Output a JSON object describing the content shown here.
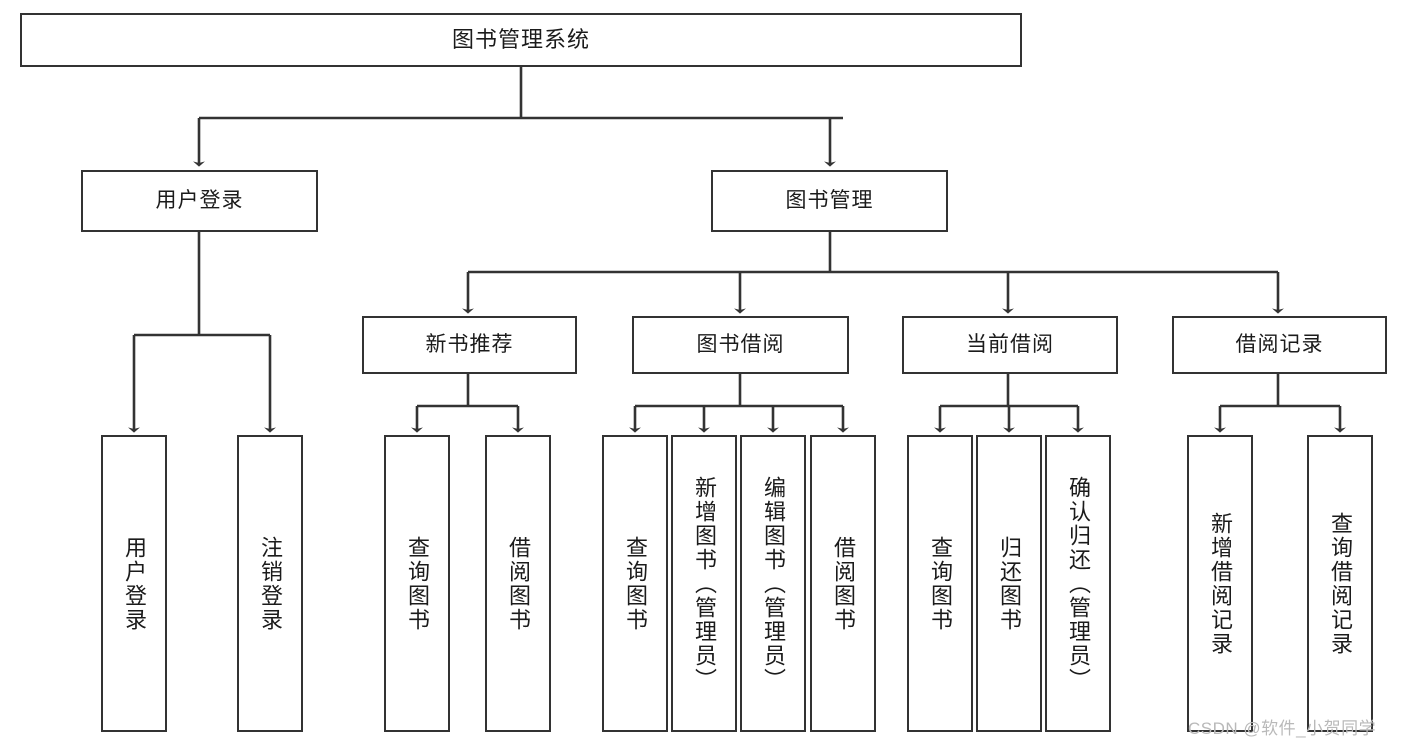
{
  "diagram": {
    "title": "图书管理系统",
    "watermark": "CSDN @软件_小贺同学",
    "colors": {
      "stroke": "#333333",
      "fill": "#ffffff",
      "text": "#1b1b1b",
      "watermark": "#b9b9b9"
    },
    "nodes": {
      "root": {
        "label": "图书管理系统"
      },
      "level2": [
        {
          "id": "user-login",
          "label": "用户登录"
        },
        {
          "id": "book-manage",
          "label": "图书管理"
        }
      ],
      "level3": [
        {
          "id": "new-book-recommend",
          "label": "新书推荐"
        },
        {
          "id": "book-borrow",
          "label": "图书借阅"
        },
        {
          "id": "current-borrow",
          "label": "当前借阅"
        },
        {
          "id": "borrow-record",
          "label": "借阅记录"
        }
      ],
      "leaves": [
        {
          "id": "leaf-user-login",
          "label": "用户登录",
          "parent": "user-login"
        },
        {
          "id": "leaf-logout-login",
          "label": "注销登录",
          "parent": "user-login"
        },
        {
          "id": "leaf-query-book-1",
          "label": "查询图书",
          "parent": "new-book-recommend"
        },
        {
          "id": "leaf-borrow-book-1",
          "label": "借阅图书",
          "parent": "new-book-recommend"
        },
        {
          "id": "leaf-query-book-2",
          "label": "查询图书",
          "parent": "book-borrow"
        },
        {
          "id": "leaf-add-book",
          "label": "新增图书（管理员）",
          "parent": "book-borrow"
        },
        {
          "id": "leaf-edit-book",
          "label": "编辑图书（管理员）",
          "parent": "book-borrow"
        },
        {
          "id": "leaf-borrow-book-2",
          "label": "借阅图书",
          "parent": "book-borrow"
        },
        {
          "id": "leaf-query-book-3",
          "label": "查询图书",
          "parent": "current-borrow"
        },
        {
          "id": "leaf-return-book",
          "label": "归还图书",
          "parent": "current-borrow"
        },
        {
          "id": "leaf-confirm-return",
          "label": "确认归还（管理员）",
          "parent": "current-borrow"
        },
        {
          "id": "leaf-add-record",
          "label": "新增借阅记录",
          "parent": "borrow-record"
        },
        {
          "id": "leaf-query-record",
          "label": "查询借阅记录",
          "parent": "borrow-record"
        }
      ]
    }
  }
}
